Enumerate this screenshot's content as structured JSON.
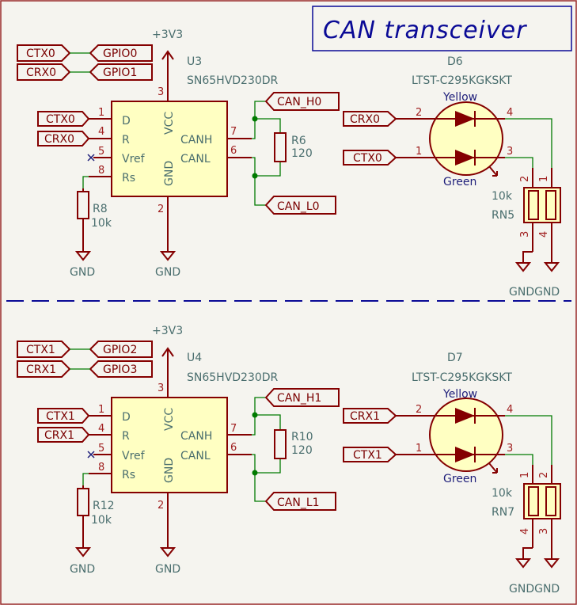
{
  "title": "CAN transceiver",
  "colors": {
    "wire": "#007a00",
    "device": "#840000",
    "fill": "#ffffc2",
    "frame": "#0a0a96",
    "background": "#f5f4ef"
  },
  "channels": [
    {
      "power": "+3V3",
      "map": [
        {
          "net": "CTX0",
          "gpio": "GPIO0"
        },
        {
          "net": "CRX0",
          "gpio": "GPIO1"
        }
      ],
      "ic": {
        "ref": "U3",
        "value": "SN65HVD230DR",
        "left_pins": [
          {
            "num": "1",
            "name": "D",
            "net": "CTX0"
          },
          {
            "num": "4",
            "name": "R",
            "net": "CRX0"
          },
          {
            "num": "5",
            "name": "Vref"
          },
          {
            "num": "8",
            "name": "Rs"
          }
        ],
        "right_pins": [
          {
            "num": "7",
            "name": "CANH"
          },
          {
            "num": "6",
            "name": "CANL"
          }
        ],
        "vcc": {
          "num": "3",
          "name": "VCC"
        },
        "gnd": {
          "num": "2",
          "name": "GND"
        }
      },
      "rs_res": {
        "ref": "R8",
        "value": "10k"
      },
      "term_res": {
        "ref": "R6",
        "value": "120"
      },
      "bus_h": "CAN_H0",
      "bus_l": "CAN_L0",
      "gnd_label": "GND",
      "led": {
        "ref": "D6",
        "value": "LTST-C295KGKSKT",
        "yellow": "Yellow",
        "green": "Green",
        "top": {
          "net": "CRX0",
          "pin_in": "2",
          "pin_out": "4"
        },
        "bottom": {
          "net": "CTX0",
          "pin_in": "1",
          "pin_out": "3"
        }
      },
      "rn": {
        "ref": "RN5",
        "value": "10k",
        "pins_top": [
          "2",
          "1"
        ],
        "pins_bottom": [
          "3",
          "4"
        ]
      },
      "gndgnd": "GNDGND"
    },
    {
      "power": "+3V3",
      "map": [
        {
          "net": "CTX1",
          "gpio": "GPIO2"
        },
        {
          "net": "CRX1",
          "gpio": "GPIO3"
        }
      ],
      "ic": {
        "ref": "U4",
        "value": "SN65HVD230DR",
        "left_pins": [
          {
            "num": "1",
            "name": "D",
            "net": "CTX1"
          },
          {
            "num": "4",
            "name": "R",
            "net": "CRX1"
          },
          {
            "num": "5",
            "name": "Vref"
          },
          {
            "num": "8",
            "name": "Rs"
          }
        ],
        "right_pins": [
          {
            "num": "7",
            "name": "CANH"
          },
          {
            "num": "6",
            "name": "CANL"
          }
        ],
        "vcc": {
          "num": "3",
          "name": "VCC"
        },
        "gnd": {
          "num": "2",
          "name": "GND"
        }
      },
      "rs_res": {
        "ref": "R12",
        "value": "10k"
      },
      "term_res": {
        "ref": "R10",
        "value": "120"
      },
      "bus_h": "CAN_H1",
      "bus_l": "CAN_L1",
      "gnd_label": "GND",
      "led": {
        "ref": "D7",
        "value": "LTST-C295KGKSKT",
        "yellow": "Yellow",
        "green": "Green",
        "top": {
          "net": "CRX1",
          "pin_in": "2",
          "pin_out": "4"
        },
        "bottom": {
          "net": "CTX1",
          "pin_in": "1",
          "pin_out": "3"
        }
      },
      "rn": {
        "ref": "RN7",
        "value": "10k",
        "pins_top": [
          "1",
          "2"
        ],
        "pins_bottom": [
          "4",
          "3"
        ]
      },
      "gndgnd": "GNDGND"
    }
  ]
}
